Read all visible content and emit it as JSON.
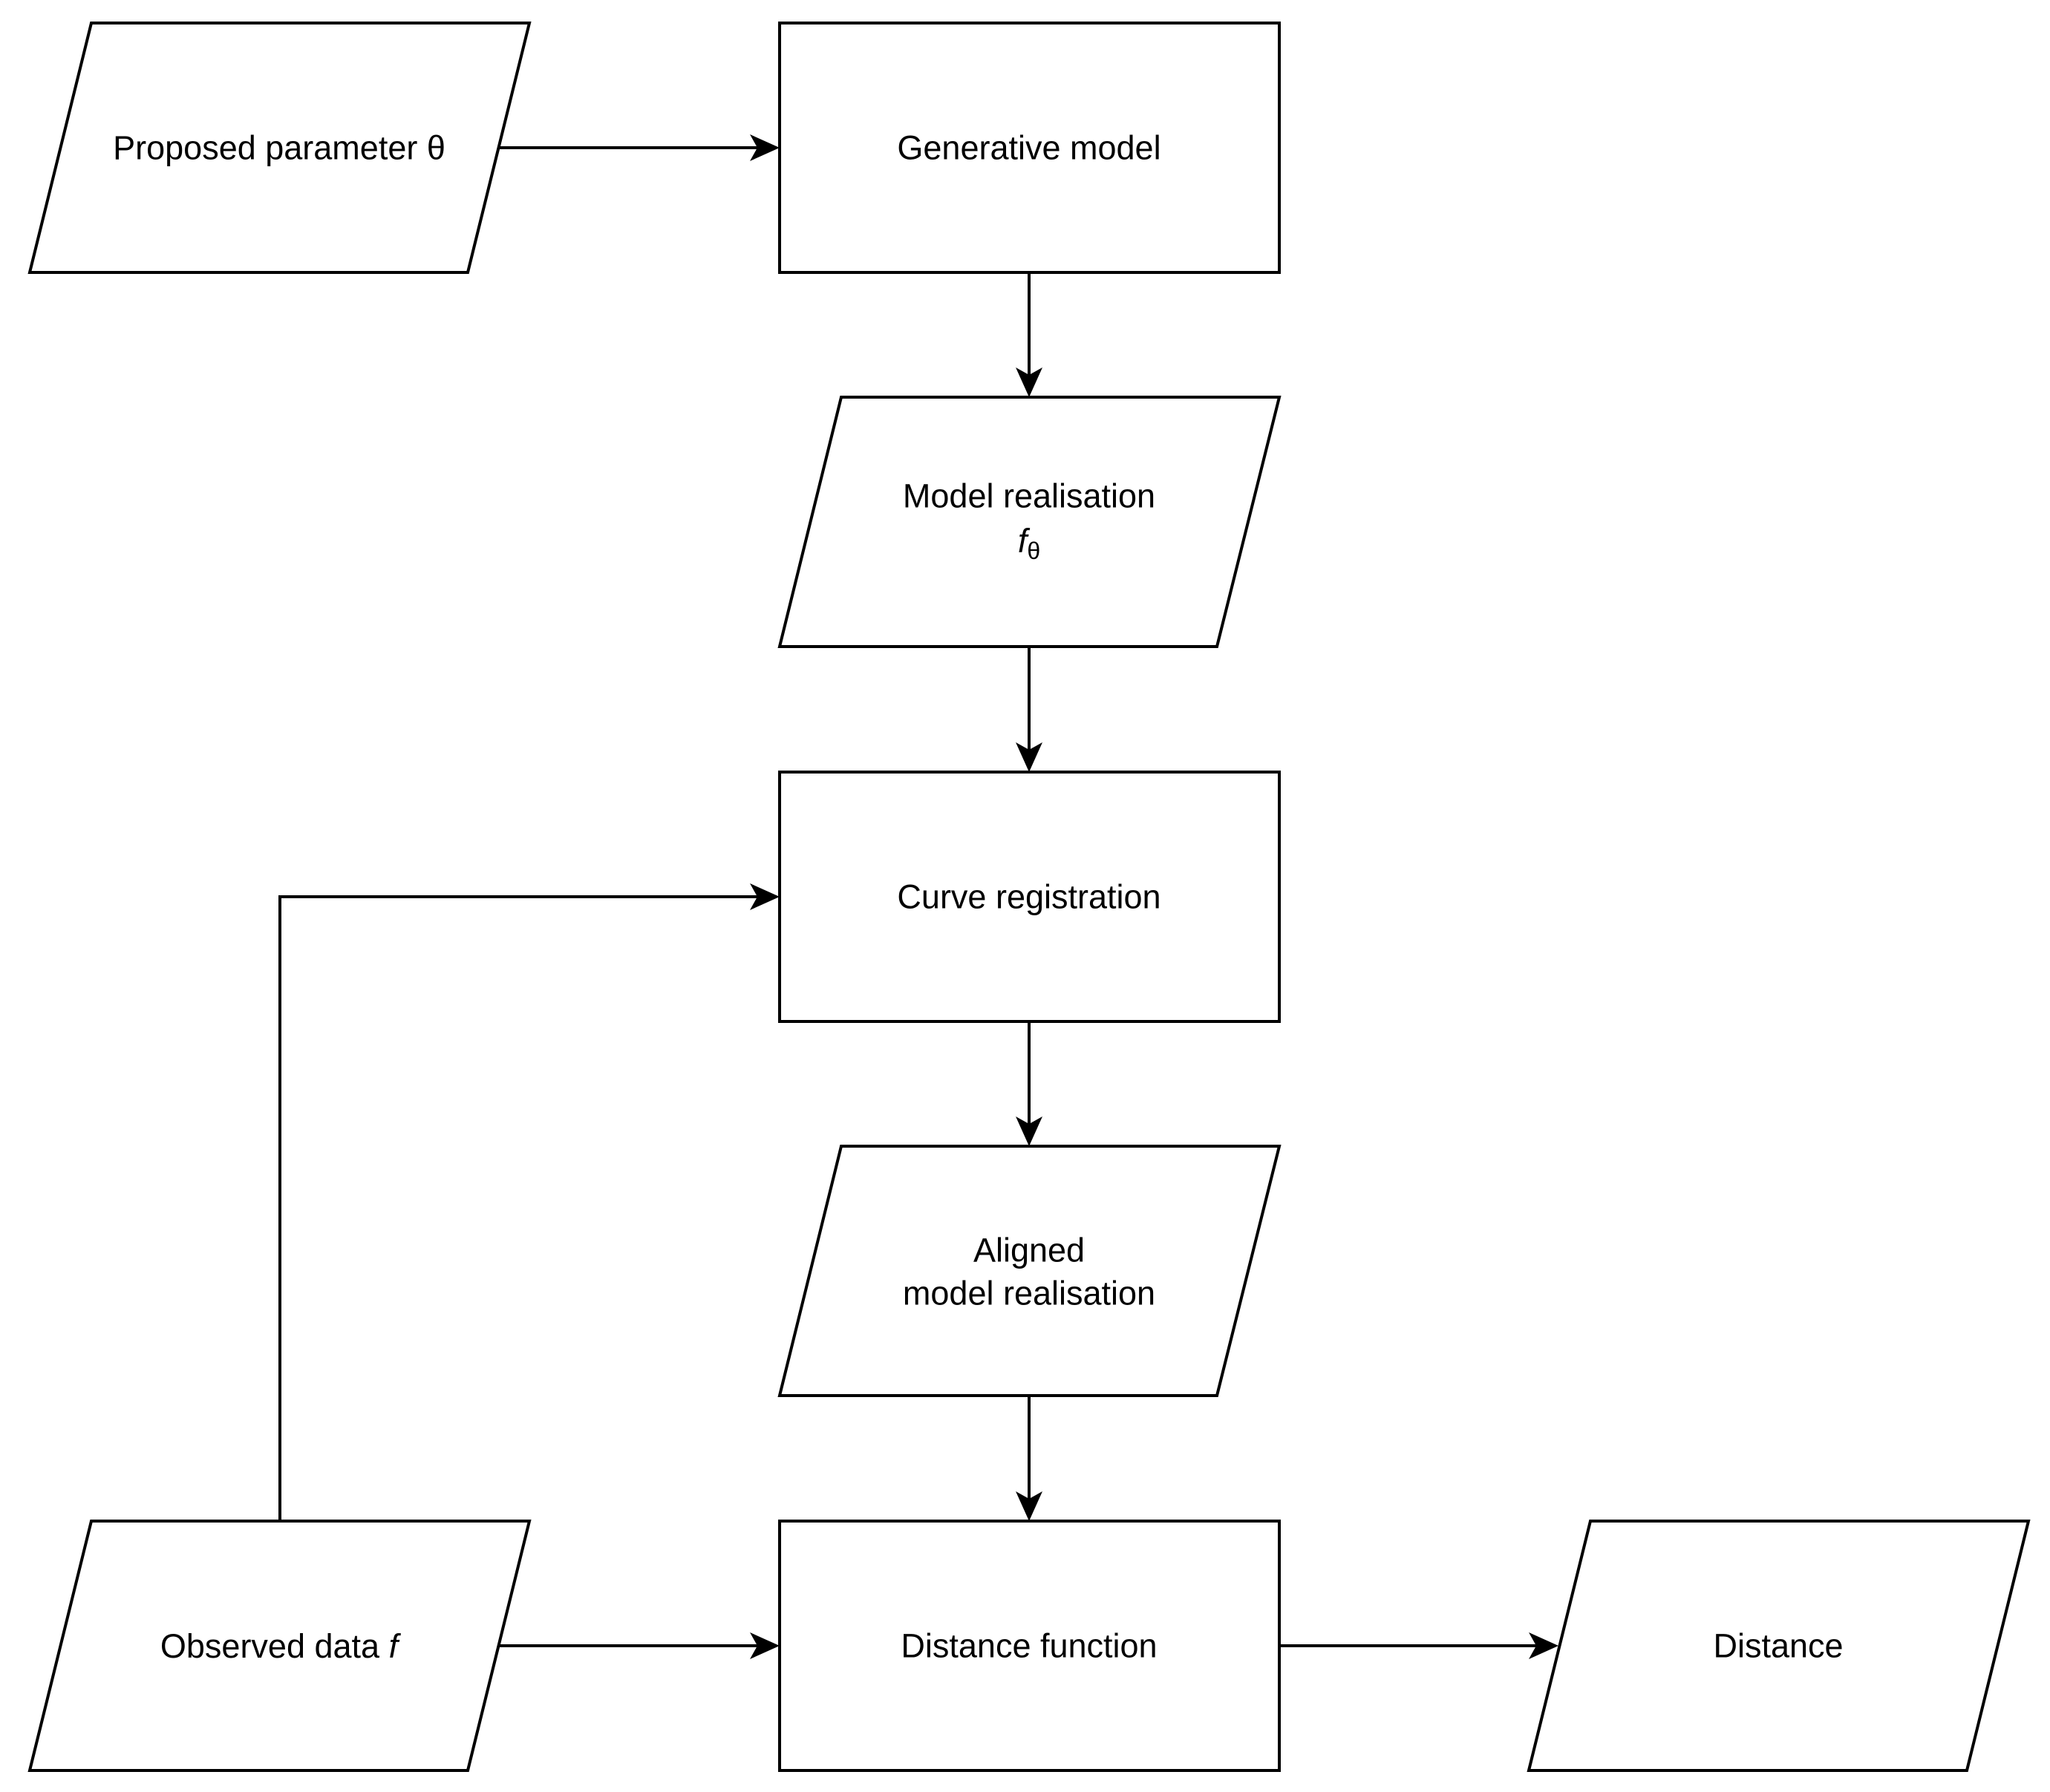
{
  "diagram": {
    "nodes": {
      "proposed_parameter": {
        "text": "Proposed parameter θ"
      },
      "generative_model": {
        "text": "Generative model"
      },
      "model_realisation": {
        "line1": "Model realisation",
        "symbol": "f",
        "subscript": "θ"
      },
      "curve_registration": {
        "text": "Curve registration"
      },
      "aligned_model_realisation": {
        "line1": "Aligned",
        "line2": "model realisation"
      },
      "observed_data": {
        "text": "Observed data ",
        "symbol": "f"
      },
      "distance_function": {
        "text": "Distance function"
      },
      "distance": {
        "text": "Distance"
      }
    },
    "edges": [
      {
        "from": "Proposed parameter θ",
        "to": "Generative model"
      },
      {
        "from": "Generative model",
        "to": "Model realisation"
      },
      {
        "from": "Model realisation",
        "to": "Curve registration"
      },
      {
        "from": "Curve registration",
        "to": "Aligned model realisation"
      },
      {
        "from": "Aligned model realisation",
        "to": "Distance function"
      },
      {
        "from": "Observed data",
        "to": "Curve registration"
      },
      {
        "from": "Observed data",
        "to": "Distance function"
      },
      {
        "from": "Distance function",
        "to": "Distance"
      }
    ],
    "colors": {
      "stroke": "#000000",
      "fill": "#ffffff",
      "text": "#000000"
    }
  }
}
